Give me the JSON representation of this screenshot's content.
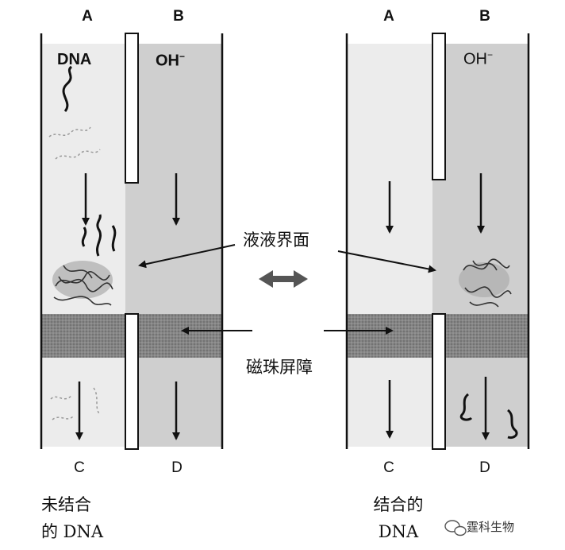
{
  "columns": {
    "left": {
      "top_a": "A",
      "top_b": "B",
      "bottom_c": "C",
      "bottom_d": "D",
      "solute_a": "DNA",
      "solute_b": "OH-"
    },
    "right": {
      "top_a": "A",
      "top_b": "B",
      "bottom_c": "C",
      "bottom_d": "D",
      "solute_b": "OH-"
    }
  },
  "labels": {
    "interface": "液液界面",
    "bead_barrier": "磁珠屏障"
  },
  "captions": {
    "left_line1": "未结合",
    "left_line2": "的 DNA",
    "right_line1": "结合的",
    "right_line2": "DNA"
  },
  "watermark": {
    "text": "霆科生物",
    "icon": "wechat-icon"
  },
  "colors": {
    "light_fill": "#ececec",
    "dark_fill": "#cfcfcf",
    "barrier": "#7d7d7d",
    "ink": "#111111"
  }
}
